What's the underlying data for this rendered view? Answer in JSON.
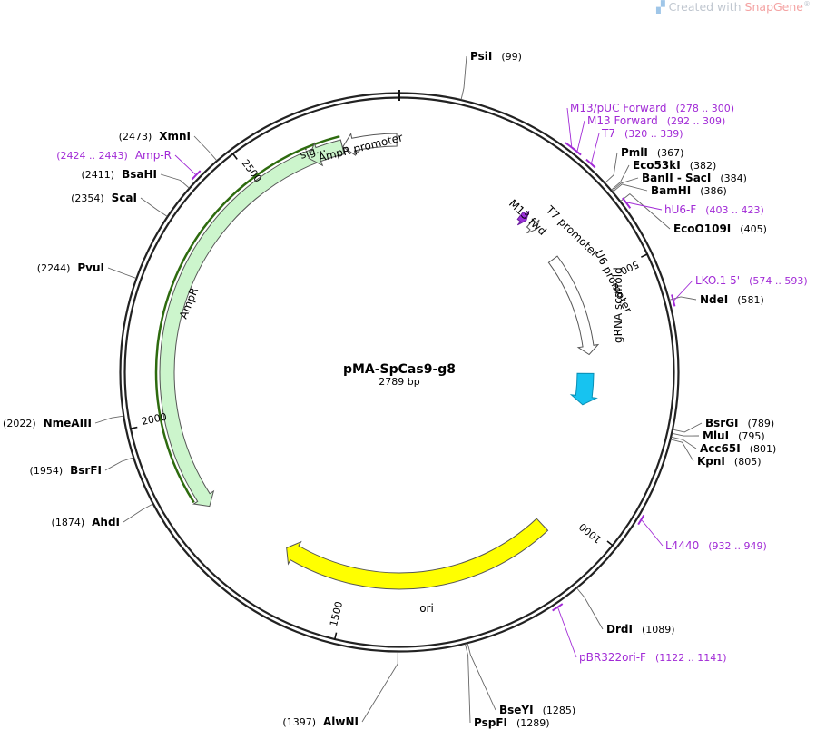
{
  "watermark": {
    "prefix": "Created with",
    "brand": "SnapGene",
    "suffix": "®",
    "icon": "snapgene-logo-icon"
  },
  "plasmid": {
    "name": "pMA-SpCas9-g8",
    "length_label": "2789 bp",
    "length_bp": 2789
  },
  "ticks": [
    {
      "bp": 500,
      "label": "500"
    },
    {
      "bp": 1000,
      "label": "1000"
    },
    {
      "bp": 1500,
      "label": "1500"
    },
    {
      "bp": 2000,
      "label": "2000"
    },
    {
      "bp": 2500,
      "label": "2500"
    }
  ],
  "sites": [
    {
      "name": "PsiI",
      "pos": "(99)",
      "bp": 99
    },
    {
      "name": "PmlI",
      "pos": "(367)",
      "bp": 367
    },
    {
      "name": "Eco53kI",
      "pos": "(382)",
      "bp": 382
    },
    {
      "name": "BanII - SacI",
      "pos": "(384)",
      "bp": 384
    },
    {
      "name": "BamHI",
      "pos": "(386)",
      "bp": 386
    },
    {
      "name": "EcoO109I",
      "pos": "(405)",
      "bp": 405
    },
    {
      "name": "NdeI",
      "pos": "(581)",
      "bp": 581
    },
    {
      "name": "BsrGI",
      "pos": "(789)",
      "bp": 789
    },
    {
      "name": "MluI",
      "pos": "(795)",
      "bp": 795
    },
    {
      "name": "Acc65I",
      "pos": "(801)",
      "bp": 801
    },
    {
      "name": "KpnI",
      "pos": "(805)",
      "bp": 805
    },
    {
      "name": "DrdI",
      "pos": "(1089)",
      "bp": 1089
    },
    {
      "name": "BseYI",
      "pos": "(1285)",
      "bp": 1285
    },
    {
      "name": "PspFI",
      "pos": "(1289)",
      "bp": 1289
    },
    {
      "name": "AlwNI",
      "pos": "(1397)",
      "bp": 1397
    },
    {
      "name": "AhdI",
      "pos": "(1874)",
      "bp": 1874
    },
    {
      "name": "BsrFI",
      "pos": "(1954)",
      "bp": 1954
    },
    {
      "name": "NmeAIII",
      "pos": "(2022)",
      "bp": 2022
    },
    {
      "name": "PvuI",
      "pos": "(2244)",
      "bp": 2244
    },
    {
      "name": "ScaI",
      "pos": "(2354)",
      "bp": 2354
    },
    {
      "name": "BsaHI",
      "pos": "(2411)",
      "bp": 2411
    },
    {
      "name": "XmnI",
      "pos": "(2473)",
      "bp": 2473
    }
  ],
  "primers": [
    {
      "name": "M13/pUC Forward",
      "pos": "(278 .. 300)",
      "start": 278,
      "end": 300
    },
    {
      "name": "M13 Forward",
      "pos": "(292 .. 309)",
      "start": 292,
      "end": 309
    },
    {
      "name": "T7",
      "pos": "(320 .. 339)",
      "start": 320,
      "end": 339
    },
    {
      "name": "hU6-F",
      "pos": "(403 .. 423)",
      "start": 403,
      "end": 423
    },
    {
      "name": "LKO.1 5'",
      "pos": "(574 .. 593)",
      "start": 574,
      "end": 593
    },
    {
      "name": "L4440",
      "pos": "(932 .. 949)",
      "start": 932,
      "end": 949
    },
    {
      "name": "pBR322ori-F",
      "pos": "(1122 .. 1141)",
      "start": 1122,
      "end": 1141
    },
    {
      "name": "Amp-R",
      "pos": "(2424 .. 2443)",
      "start": 2424,
      "end": 2443
    }
  ],
  "features": [
    {
      "name": "M13 fwd",
      "start": 292,
      "end": 309,
      "color": "#9b30d9"
    },
    {
      "name": "T7 promoter",
      "start": 320,
      "end": 339,
      "color": "#ffffff"
    },
    {
      "name": "U6 promoter",
      "start": 416,
      "end": 656,
      "color": "#ffffff"
    },
    {
      "name": "gRNA scaffold",
      "start": 700,
      "end": 775,
      "color": "#17c3f0"
    },
    {
      "name": "ori",
      "start": 1060,
      "end": 1648,
      "color": "#ffff00"
    },
    {
      "name": "AmpR",
      "start": 1819,
      "end": 2679,
      "color": "#ccf5cc"
    },
    {
      "name": "sig...",
      "start": 2611,
      "end": 2679,
      "color": "#ccf5cc"
    },
    {
      "name": "AmpR promoter",
      "start": 2680,
      "end": 2784,
      "color": "#ffffff"
    }
  ],
  "colors": {
    "primer": "#a12ad6",
    "ori": "#ffff00",
    "ampr": "#ccf5cc",
    "gRNA": "#17c3f0",
    "m13fwd": "#9b30d9"
  }
}
